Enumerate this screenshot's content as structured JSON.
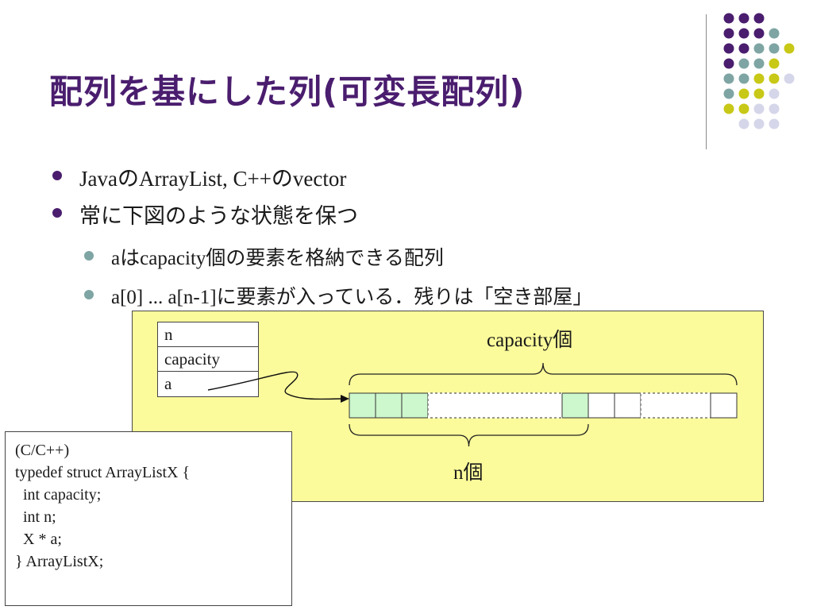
{
  "slide": {
    "title": "配列を基にした列(可変長配列)",
    "bullets": [
      {
        "parts": [
          "Java",
          "の",
          "ArrayList, C++",
          "の",
          "vector"
        ]
      },
      {
        "text": "常に下図のような状態を保つ"
      }
    ],
    "sub_bullets": [
      {
        "parts": [
          "a",
          "は",
          "capacity",
          "個の要素を格納できる配列"
        ]
      },
      {
        "parts": [
          "a[0] ... a[n-1]",
          "に要素が入っている．残りは「空き部屋」"
        ]
      }
    ]
  },
  "diagram": {
    "struct_fields": [
      "n",
      "capacity",
      "a"
    ],
    "capacity_label": "capacity個",
    "n_label": "n個",
    "array_cells": [
      {
        "filled": true
      },
      {
        "filled": true
      },
      {
        "filled": true
      },
      {
        "filled": false,
        "gap": true
      },
      {
        "filled": true
      },
      {
        "filled": false
      },
      {
        "filled": false
      },
      {
        "filled": false,
        "gap": true
      },
      {
        "filled": false
      }
    ],
    "filled_color": "#cdf7cd",
    "panel_color": "#fbfb9b"
  },
  "code_box": {
    "lines": [
      "(C/C++)",
      "typedef struct ArrayListX {",
      "  int capacity;",
      "  int n;",
      "  X * a;",
      "} ArrayListX;"
    ]
  },
  "theme": {
    "purple": "#4a1d6e",
    "teal": "#7ea5a3",
    "yellow": "#c8c817",
    "lavender": "#d6d6ea"
  }
}
